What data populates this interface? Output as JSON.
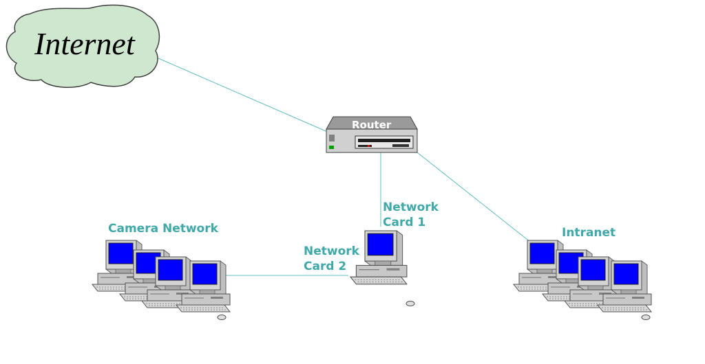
{
  "colors": {
    "link": "#5fbcbc",
    "label": "#3fa8a8",
    "cloud": "#cfe6cf",
    "screen": "#0000ff",
    "case": "#c8c8c8"
  },
  "nodes": {
    "internet": {
      "label": "Internet",
      "icon": "cloud-icon"
    },
    "router": {
      "label": "Router",
      "icon": "router-icon"
    },
    "gateway": {
      "icon": "desktop-computer-icon",
      "card1": [
        "Network",
        "Card 1"
      ],
      "card2": [
        "Network",
        "Card 2"
      ]
    },
    "camera_network": {
      "label": "Camera Network",
      "icon": "computer-cluster-icon"
    },
    "intranet": {
      "label": "Intranet",
      "icon": "computer-cluster-icon"
    }
  },
  "links": [
    {
      "from": "internet",
      "to": "router"
    },
    {
      "from": "router",
      "to": "gateway"
    },
    {
      "from": "router",
      "to": "intranet"
    },
    {
      "from": "gateway",
      "to": "camera_network"
    }
  ]
}
